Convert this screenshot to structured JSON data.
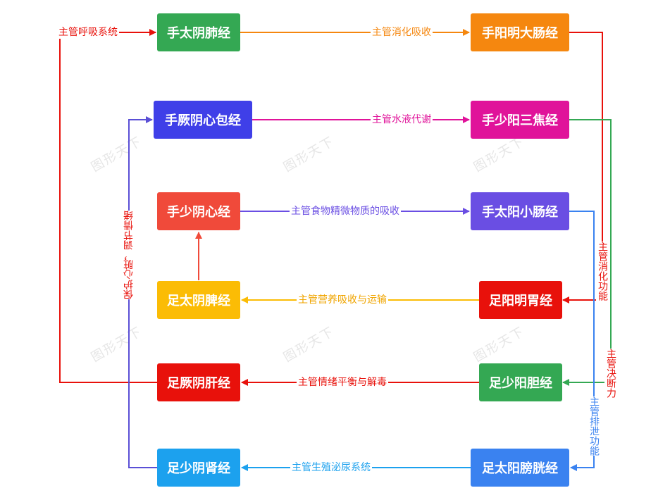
{
  "watermark": "图形天下",
  "nodes": {
    "lung": {
      "label": "手太阴肺经",
      "color": "#34a853"
    },
    "large_intestine": {
      "label": "手阳明大肠经",
      "color": "#f5870f"
    },
    "pericardium": {
      "label": "手厥阴心包经",
      "color": "#3f3fe8"
    },
    "sanjiao": {
      "label": "手少阳三焦经",
      "color": "#e0139a"
    },
    "heart": {
      "label": "手少阴心经",
      "color": "#f04a3a"
    },
    "small_intestine": {
      "label": "手太阳小肠经",
      "color": "#6a4ee3"
    },
    "spleen": {
      "label": "足太阴脾经",
      "color": "#fbbc05"
    },
    "stomach": {
      "label": "足阳明胃经",
      "color": "#e8110b"
    },
    "liver": {
      "label": "足厥阴肝经",
      "color": "#e8110b"
    },
    "gallbladder": {
      "label": "足少阳胆经",
      "color": "#34a853"
    },
    "kidney": {
      "label": "足少阴肾经",
      "color": "#1ca1ee"
    },
    "bladder": {
      "label": "足太阳膀胱经",
      "color": "#3a82f0"
    }
  },
  "edge_labels": {
    "respiratory": "主管呼吸系统",
    "digestion_absorption": "主管消化吸收",
    "water_metabolism": "主管水液代谢",
    "food_absorption": "主管食物精微物质的吸收",
    "nutrient_transport": "主管营养吸收与运输",
    "emotion_detox": "主管情绪平衡与解毒",
    "reproductive_urinary": "主管生殖泌尿系统",
    "protect_heart": "保护心脏，调节情绪",
    "digestive_function": "主管消化功能",
    "decision": "主管决断力",
    "excretion": "主管排泄功能"
  },
  "edge_colors": {
    "red": "#e8110b",
    "orange": "#f5870f",
    "magenta": "#e0139a",
    "purple": "#6a4ee3",
    "yellow": "#fbbc05",
    "blue": "#1ca1ee",
    "indigo": "#5a4fd6",
    "green": "#34a853",
    "bladder_blue": "#3a82f0",
    "heart_red": "#f04a3a"
  }
}
